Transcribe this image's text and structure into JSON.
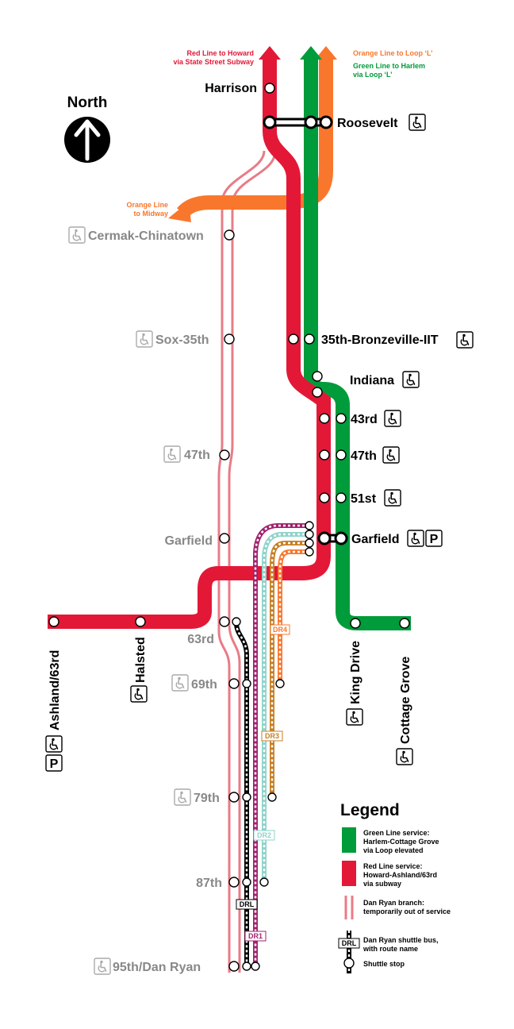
{
  "colors": {
    "red": "#e31837",
    "green": "#009b3a",
    "orange": "#f9772d",
    "pink": "#e87c87",
    "purple": "#a0236e",
    "teal": "#8fd3cb",
    "brown": "#c77f24",
    "black": "#000000",
    "gray": "#888888",
    "icon_gray": "#bbbbbb"
  },
  "title": "North",
  "compass_icon": "north-arrow-icon",
  "direction_labels": {
    "red_north_1": "Red Line to Howard",
    "red_north_2": "via State Street Subway",
    "orange_loop": "Orange Line to Loop ‘L’",
    "green_1": "Green Line to Harlem",
    "green_2": "via Loop ‘L’",
    "orange_midway_1": "Orange Line",
    "orange_midway_2": "to Midway"
  },
  "stations": {
    "harrison": "Harrison",
    "roosevelt": "Roosevelt",
    "cermak": "Cermak-Chinatown",
    "sox35": "Sox-35th",
    "bronzeville": "35th-Bronzeville-IIT",
    "indiana": "Indiana",
    "s43": "43rd",
    "s47": "47th",
    "s51": "51st",
    "garfield_green": "Garfield",
    "dr47": "47th",
    "dr_garfield": "Garfield",
    "ashland": "Ashland/63rd",
    "halsted": "Halsted",
    "dr63": "63rd",
    "dr69": "69th",
    "dr79": "79th",
    "dr87": "87th",
    "dr95": "95th/Dan Ryan",
    "king": "King Drive",
    "cottage": "Cottage Grove"
  },
  "accessibility_icon": "wheelchair-icon",
  "parking_label": "P",
  "routes": {
    "dr4": "DR4",
    "dr3": "DR3",
    "dr2": "DR2",
    "drl": "DRL",
    "dr1": "DR1"
  },
  "legend": {
    "title": "Legend",
    "green_1": "Green Line service:",
    "green_2": "Harlem-Cottage Grove",
    "green_3": "via Loop elevated",
    "red_1": "Red Line service:",
    "red_2": "Howard-Ashland/63rd",
    "red_3": "via subway",
    "dr_1": "Dan Ryan branch:",
    "dr_2": "temporarily out of service",
    "bus_1": "Dan Ryan shuttle bus,",
    "bus_2": "with route name",
    "bus_tag": "DRL",
    "stop": "Shuttle stop"
  }
}
